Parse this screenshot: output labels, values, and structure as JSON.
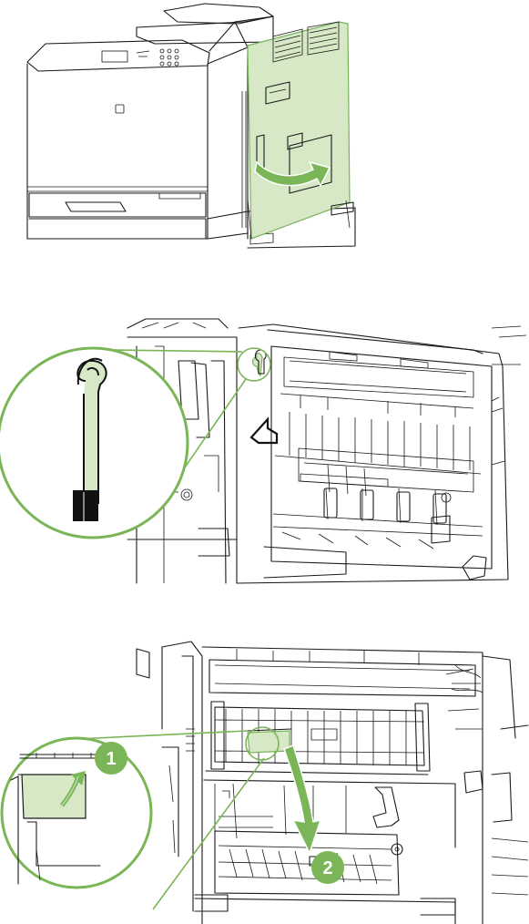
{
  "figure": {
    "steps": [
      {
        "id": "step-1",
        "description": "open-right-door"
      },
      {
        "id": "step-2",
        "description": "locate-jam-removal-tool"
      },
      {
        "id": "step-3",
        "description": "lift-and-lower-transfer-lever"
      }
    ],
    "callout_numbers": [
      "1",
      "2"
    ],
    "colors": {
      "highlight_fill": "#d6e8c6",
      "accent_green": "#7ab657",
      "line": "#1a1a1a"
    }
  }
}
